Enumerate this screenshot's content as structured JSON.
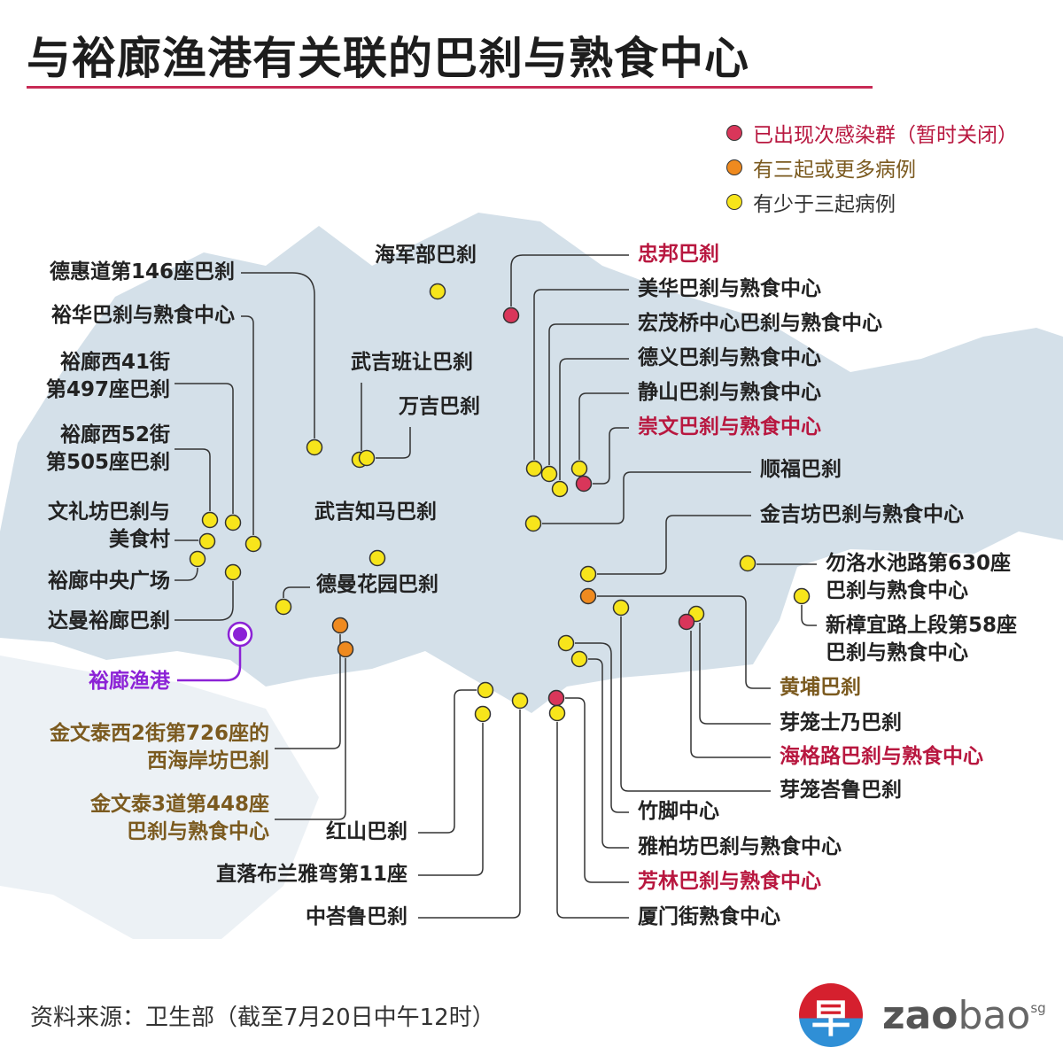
{
  "title": "与裕廊渔港有关联的巴刹与熟食中心",
  "legend": [
    {
      "label": "已出现次感染群（暂时关闭）",
      "color": "#d9365a"
    },
    {
      "label": "有三起或更多病例",
      "color": "#ef8a1f"
    },
    {
      "label": "有少于三起病例",
      "color": "#f7e51b"
    }
  ],
  "colors": {
    "map": "#d4e0e9",
    "red": "#d9365a",
    "orange": "#ef8a1f",
    "yellow": "#f7e51b",
    "purple": "#8c22d6",
    "line": "#333333"
  },
  "labels": {
    "dehui": "德惠道第146座巴刹",
    "yuhua": "裕华巴刹与熟食中心",
    "jw41_1": "裕廊西41街",
    "jw41_2": "第497座巴刹",
    "jw52_1": "裕廊西52街",
    "jw52_2": "第505座巴刹",
    "wenli_1": "文礼坊巴刹与",
    "wenli_2": "美食村",
    "jcentral": "裕廊中央广场",
    "taman": "达曼裕廊巴刹",
    "fishery": "裕廊渔港",
    "clementi726_1": "金文泰西2街第726座的",
    "clementi726_2": "西海岸坊巴刹",
    "clementi448_1": "金文泰3道第448座",
    "clementi448_2": "巴刹与熟食中心",
    "admiralty": "海军部巴刹",
    "panjang": "武吉班让巴刹",
    "wanji": "万吉巴刹",
    "timah": "武吉知马巴刹",
    "dunearn": "德曼花园巴刹",
    "redhill": "红山巴刹",
    "telok": "直落布兰雅弯第11座",
    "tiong": "中峇鲁巴刹",
    "chongpang": "忠邦巴刹",
    "meihua": "美华巴刹与熟食中心",
    "amk": "宏茂桥中心巴刹与熟食中心",
    "deyi": "德义巴刹与熟食中心",
    "jingshan": "静山巴刹与熟食中心",
    "chongwen": "崇文巴刹与熟食中心",
    "shunfu": "顺福巴刹",
    "jinji": "金吉坊巴刹与熟食中心",
    "bedok_1": "勿洛水池路第630座",
    "bedok_2": "巴刹与熟食中心",
    "changi_1": "新樟宜路上段第58座",
    "changi_2": "巴刹与熟食中心",
    "whampoa": "黄埔巴刹",
    "geylangserai": "芽笼士乃巴刹",
    "haig": "海格路巴刹与熟食中心",
    "geylangbahru": "芽笼峇鲁巴刹",
    "tekka": "竹脚中心",
    "albert": "雅柏坊巴刹与熟食中心",
    "hongLim": "芳林巴刹与熟食中心",
    "amoy": "厦门街熟食中心"
  },
  "source": "资料来源：卫生部（截至7月20日中午12时）",
  "logo": {
    "glyph": "早",
    "text_bold": "zao",
    "text_light": "bao",
    "suffix": "sg"
  }
}
